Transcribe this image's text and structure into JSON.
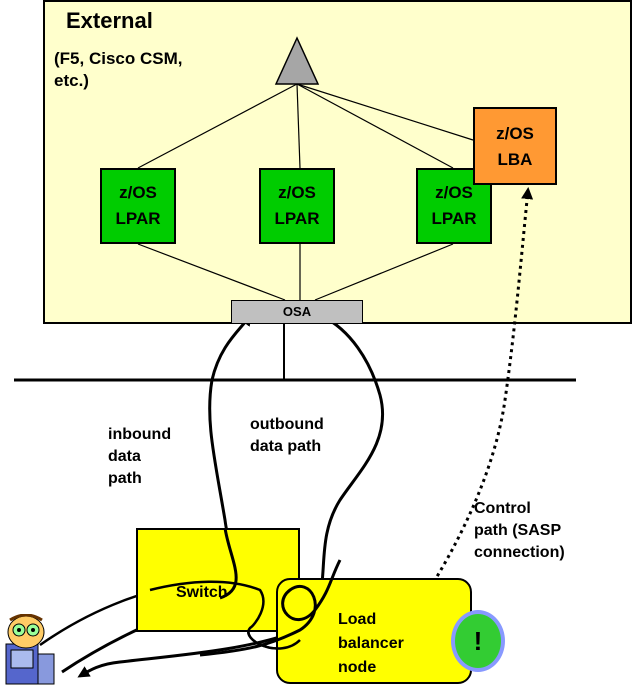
{
  "external": {
    "title": "External",
    "subtitle_lines": [
      "(F5, Cisco CSM,",
      "etc.)"
    ]
  },
  "lpars": [
    {
      "line1": "z/OS",
      "line2": "LPAR"
    },
    {
      "line1": "z/OS",
      "line2": "LPAR"
    },
    {
      "line1": "z/OS",
      "line2": "LPAR"
    }
  ],
  "lba": {
    "line1": "z/OS",
    "line2": "LBA"
  },
  "osa": {
    "label": "OSA"
  },
  "paths": {
    "inbound_lines": [
      "inbound",
      "data",
      "path"
    ],
    "outbound_lines": [
      "outbound",
      "data path"
    ],
    "control_lines": [
      "Control",
      "path (SASP",
      "connection)"
    ]
  },
  "switch": {
    "label": "Switch"
  },
  "load_balancer": {
    "lines": [
      "Load",
      "balancer",
      "node"
    ],
    "badge": "!"
  },
  "colors": {
    "sysplex_bg": "#ffffcc",
    "lpar": "#00cc00",
    "lba": "#ff9933",
    "osa": "#c0c0c0",
    "switch": "#ffff00",
    "load_balancer": "#ffff00",
    "badge": "#33cc33",
    "badge_ring": "#8899ff"
  },
  "icons": [
    "triangle-router-icon",
    "user-at-computer-icon",
    "exclamation-badge-icon"
  ]
}
